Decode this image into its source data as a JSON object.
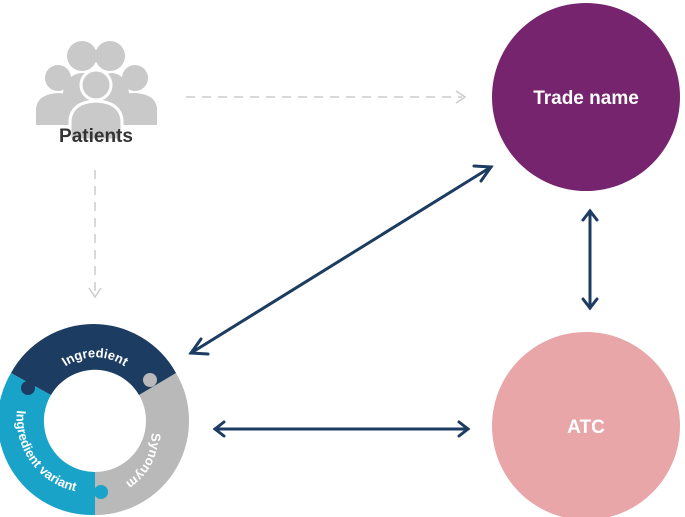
{
  "nodes": {
    "patients": {
      "label": "Patients",
      "icon": "patients-group-icon",
      "color": "#c9c9c9"
    },
    "trade_name": {
      "label": "Trade name",
      "color": "#76246e"
    },
    "atc": {
      "label": "ATC",
      "color": "#e8a6a8"
    },
    "ingredient_ring": {
      "segments": [
        {
          "label": "Ingredient",
          "color": "#1c3c61"
        },
        {
          "label": "Synonym",
          "color": "#b9b9b9"
        },
        {
          "label": "Ingredient variant",
          "color": "#1aa3c9"
        }
      ]
    }
  },
  "colors": {
    "arrow": "#1c3c61",
    "dashed_arrow": "#cccccc"
  }
}
